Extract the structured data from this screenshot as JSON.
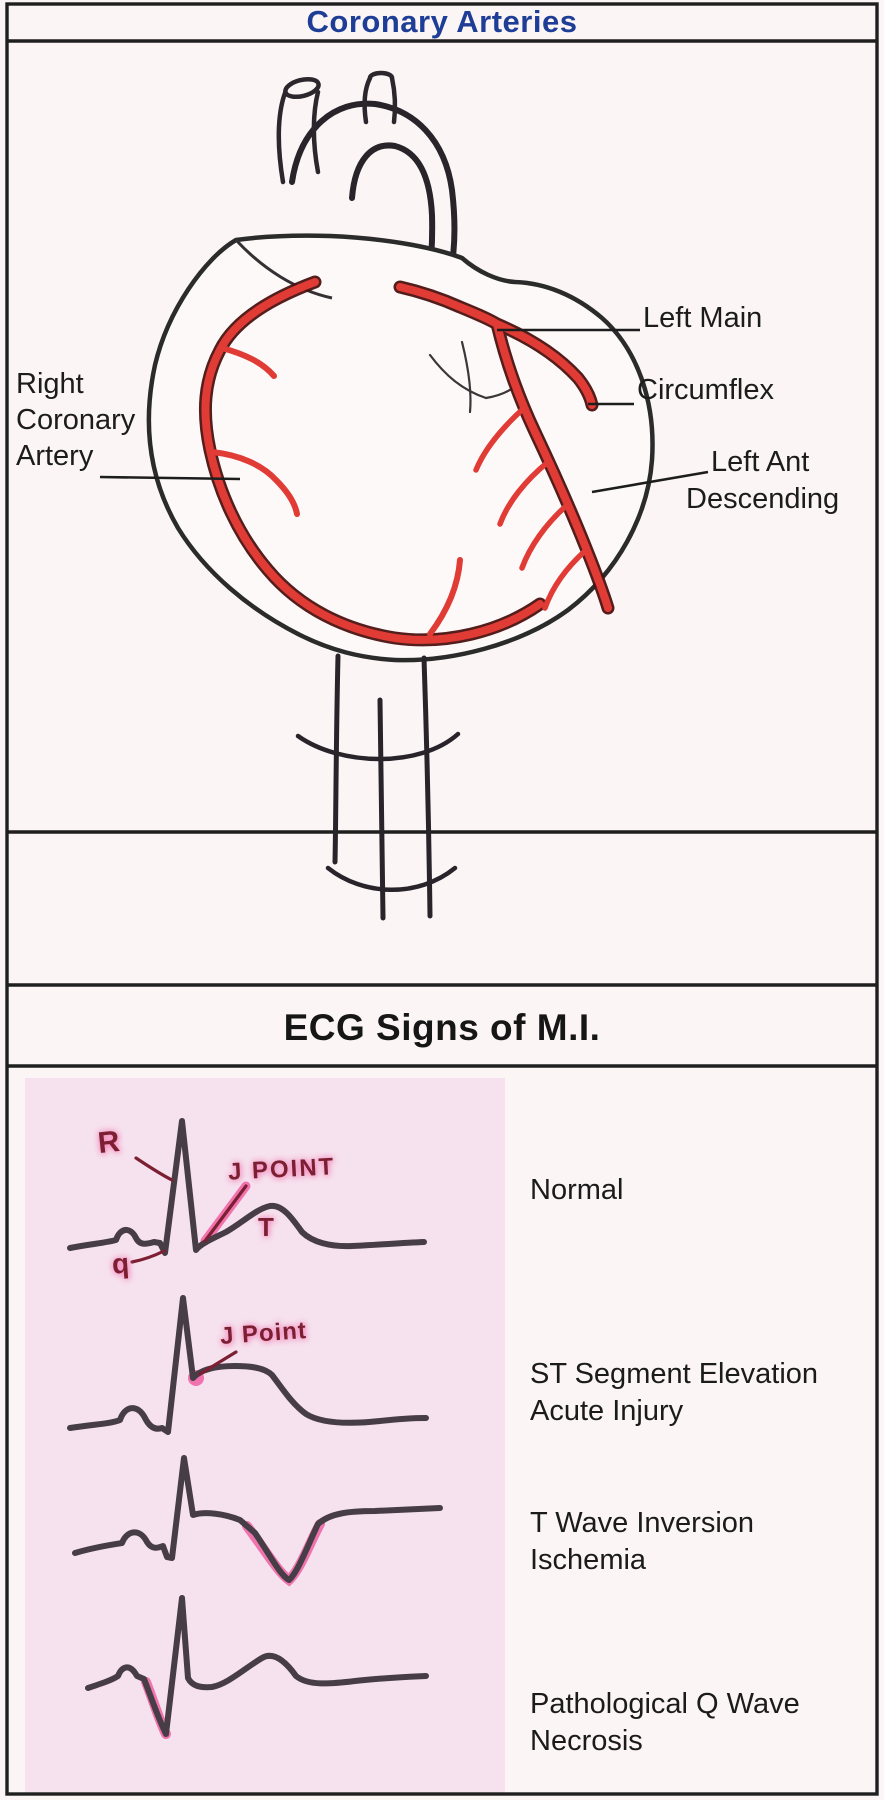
{
  "header": {
    "title": "Coronary Arteries"
  },
  "heart": {
    "labels": {
      "right_coronary": [
        "Right",
        "Coronary",
        "Artery"
      ],
      "left_main": "Left Main",
      "circumflex": "Circumflex",
      "left_ant": [
        "Left Ant",
        "Descending"
      ]
    }
  },
  "ecg": {
    "title": "ECG Signs of M.I.",
    "annotations": {
      "r": "R",
      "j_point_normal": "J POINT",
      "t": "T",
      "q": "q",
      "j_point_st": "J Point"
    },
    "rows": [
      {
        "line1": "Normal",
        "line2": ""
      },
      {
        "line1": "ST Segment Elevation",
        "line2": "Acute Injury"
      },
      {
        "line1": "T Wave Inversion",
        "line2": "Ischemia"
      },
      {
        "line1": "Pathological Q Wave",
        "line2": "Necrosis"
      }
    ]
  },
  "colors": {
    "title_blue": "#1e3d96",
    "artery_red": "#e13b35",
    "ecg_panel_pink": "#f6e2ee",
    "trace": "#473d47",
    "highlight_pink": "#ee5fa2",
    "annotation_maroon": "#7d1f33",
    "frame": "#1f1f1f"
  }
}
